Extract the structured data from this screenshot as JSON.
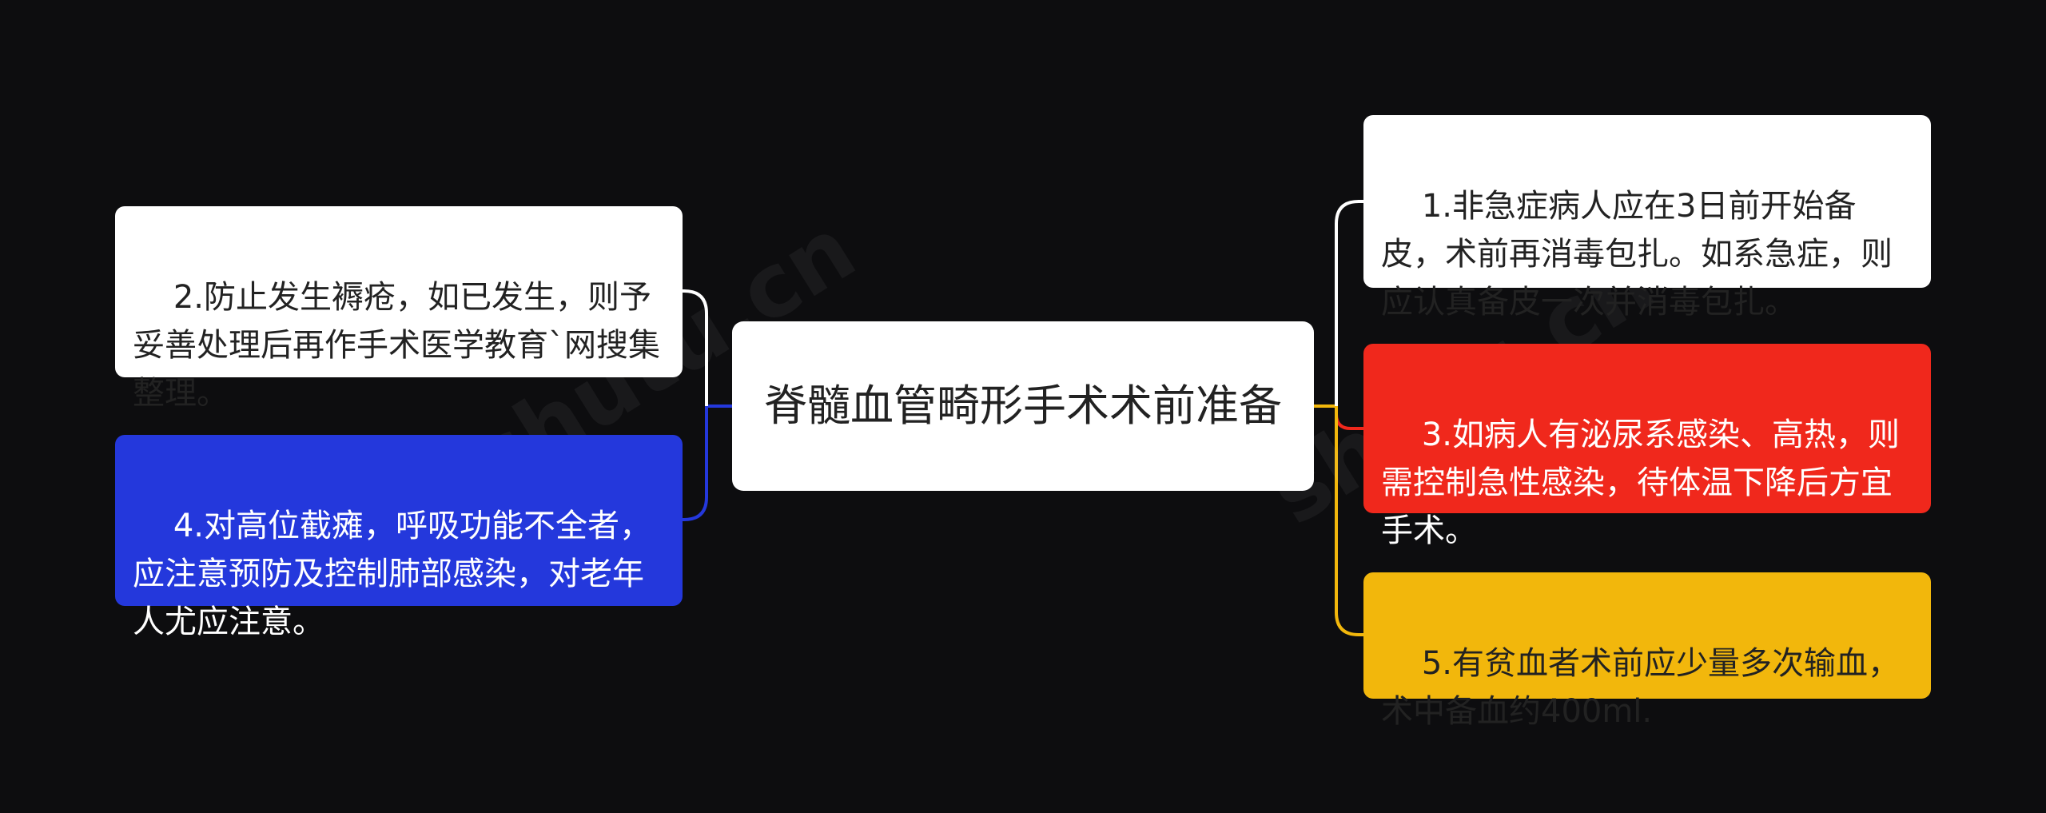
{
  "root": {
    "text": "脊髓血管畸形手术术前准备"
  },
  "colors": {
    "background": "#0d0d0f",
    "white": "#ffffff",
    "red": "#f0281c",
    "blue": "#2438dc",
    "yellow": "#f2b70c"
  },
  "nodes": {
    "n1": {
      "text": "1.非急症病人应在3日前开始备皮，术前再消毒包扎。如系急症，则应认真备皮一次并消毒包扎。",
      "color": "#ffffff",
      "text_color": "#222222"
    },
    "n2": {
      "text": "2.防止发生褥疮，如已发生，则予妥善处理后再作手术医学教育`网搜集整理。",
      "color": "#ffffff",
      "text_color": "#222222"
    },
    "n3": {
      "text": "3.如病人有泌尿系感染、高热，则需控制急性感染，待体温下降后方宜手术。",
      "color": "#f0281c",
      "text_color": "#ffffff"
    },
    "n4": {
      "text": "4.对高位截瘫，呼吸功能不全者，应注意预防及控制肺部感染，对老年人尤应注意。",
      "color": "#2438dc",
      "text_color": "#ffffff"
    },
    "n5": {
      "text": "5.有贫血者术前应少量多次输血，术中备血约400ml.",
      "color": "#f2b70c",
      "text_color": "#222222"
    }
  }
}
